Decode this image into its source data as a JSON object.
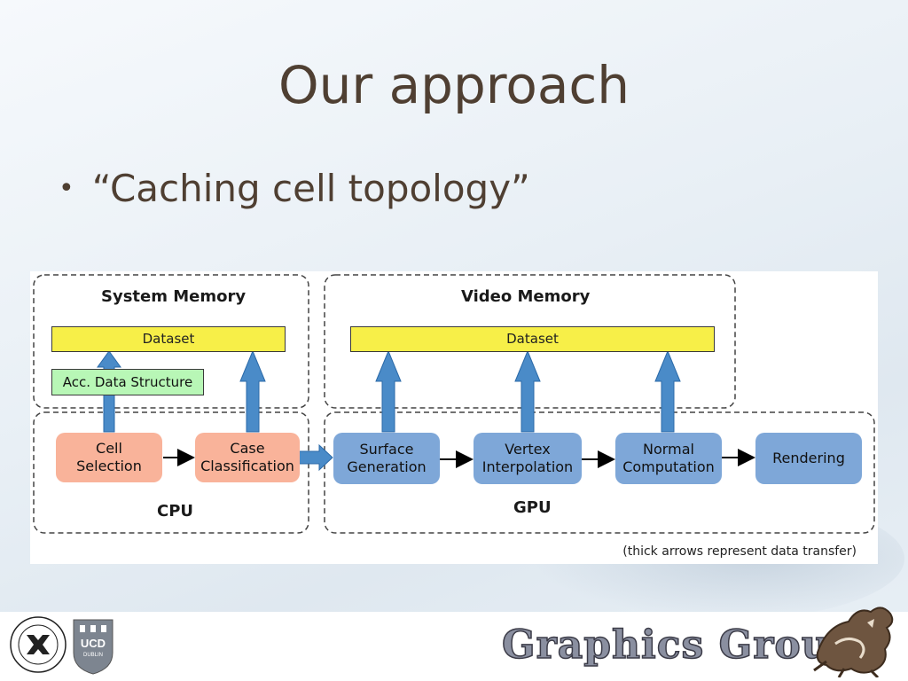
{
  "slide": {
    "title": "Our approach",
    "bullets": [
      "“Caching cell topology”"
    ]
  },
  "diagram": {
    "system_memory": {
      "title": "System Memory",
      "dataset": "Dataset",
      "acc_structure": "Acc. Data Structure"
    },
    "video_memory": {
      "title": "Video Memory",
      "dataset": "Dataset"
    },
    "cpu": {
      "label": "CPU",
      "nodes": [
        "Cell\nSelection",
        "Case\nClassification"
      ]
    },
    "gpu": {
      "label": "GPU",
      "nodes": [
        "Surface\nGeneration",
        "Vertex\nInterpolation",
        "Normal\nComputation",
        "Rendering"
      ]
    },
    "caption": "(thick arrows represent data transfer)",
    "colors": {
      "dataset": "#f7ef48",
      "acc_structure": "#b8f7b6",
      "cpu_node": "#f9b39a",
      "gpu_node": "#7ea7d8",
      "data_transfer_arrow": "#4a8bc8"
    }
  },
  "footer": {
    "logos": [
      "liu-seal-logo",
      "ucd-dublin-logo",
      "dragon-logo"
    ],
    "ucd_text": "UCD",
    "ucd_subtext": "DUBLIN",
    "group_name": "Graphics Group"
  }
}
